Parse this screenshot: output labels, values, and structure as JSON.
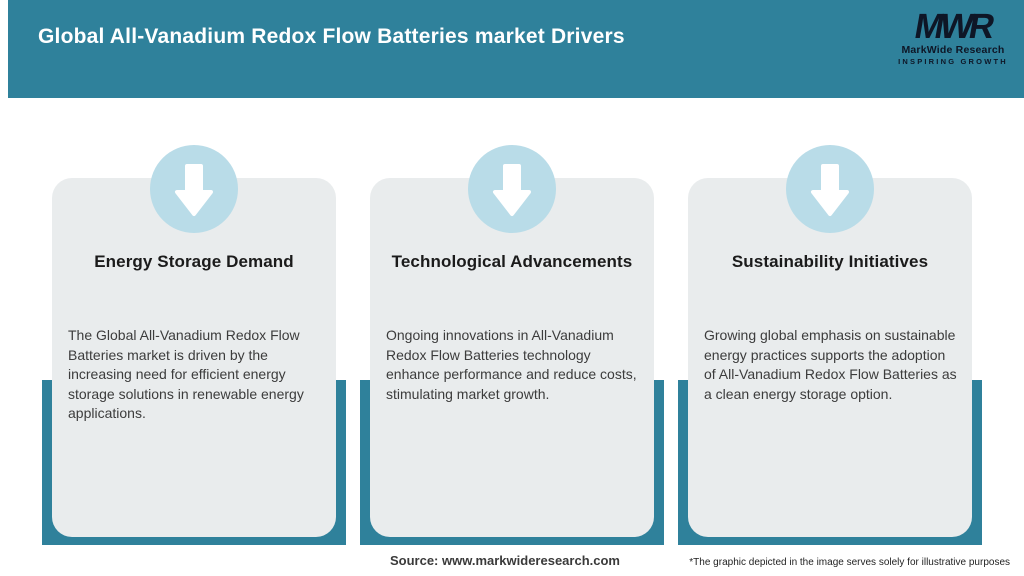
{
  "header": {
    "title": "Global All-Vanadium Redox Flow Batteries market Drivers",
    "logo": {
      "acronym": "MWR",
      "name": "MarkWide Research",
      "tagline": "INSPIRING GROWTH"
    }
  },
  "cards": [
    {
      "icon": "down-arrow-icon",
      "title": "Energy Storage Demand",
      "description": "The Global All-Vanadium Redox Flow Batteries market is driven by the increasing need for efficient energy storage solutions in renewable energy applications."
    },
    {
      "icon": "down-arrow-icon",
      "title": "Technological Advancements",
      "description": "Ongoing innovations in All-Vanadium Redox Flow Batteries technology enhance performance and reduce costs, stimulating market growth."
    },
    {
      "icon": "down-arrow-icon",
      "title": "Sustainability Initiatives",
      "description": "Growing global emphasis on sustainable energy practices supports the adoption of All-Vanadium Redox Flow Batteries as a clean energy storage option."
    }
  ],
  "footer": {
    "source": "Source: www.markwideresearch.com",
    "disclaimer": "*The graphic depicted in the image serves solely for illustrative purposes"
  },
  "colors": {
    "accent_teal": "#2f819b",
    "badge_blue": "#b9dce8",
    "card_gray": "#e9eced",
    "title_white": "#ffffff",
    "text_dark": "#1b1b1b",
    "body_text": "#3c3c3c",
    "logo_ink": "#0e1626"
  }
}
